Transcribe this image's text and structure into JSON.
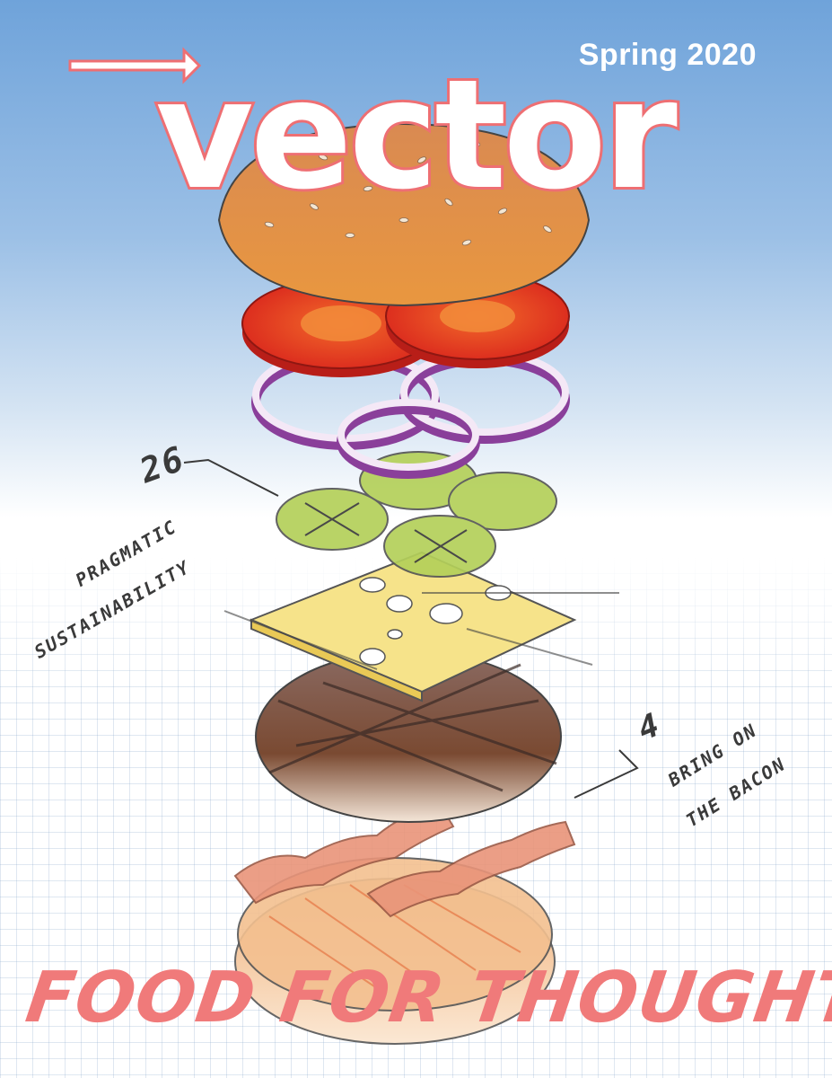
{
  "masthead": {
    "title": "vector",
    "issue": "Spring 2020"
  },
  "stories": [
    {
      "number": "26",
      "line1": "PRAGMATIC",
      "line2": "SUSTAINABILITY"
    },
    {
      "number": "4",
      "line1": "BRING ON",
      "line2": "THE BACON"
    }
  ],
  "headline": "FOOD FOR THOUGHT",
  "colors": {
    "sky_top": "#6fa3da",
    "logo_fill": "#ffffff",
    "logo_outline": "#ee6f73",
    "headline": "#f07a7a",
    "bun": "#e59450",
    "tomato": "#e8342a",
    "onion": "#8a3f9a",
    "pickle": "#a9c94c",
    "cheese": "#f4e27a",
    "patty": "#7a5141",
    "bacon": "#e08a6e"
  },
  "icons": [
    "exploded-burger-illustration",
    "arrow-icon"
  ]
}
